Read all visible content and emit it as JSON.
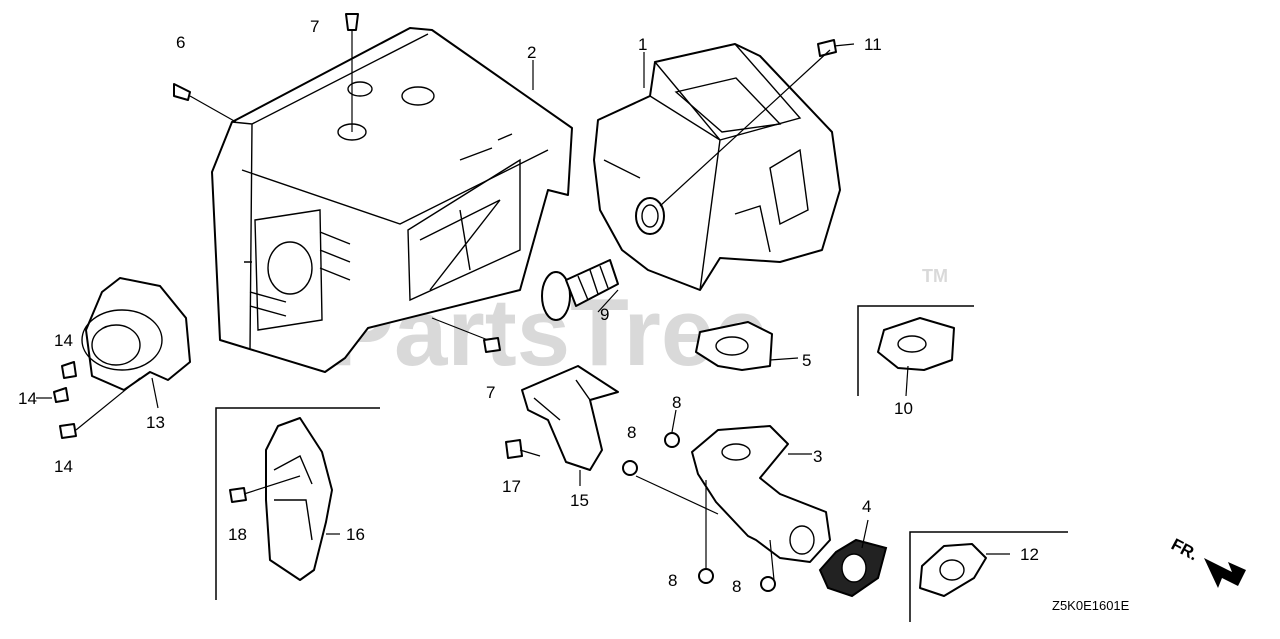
{
  "watermark": {
    "text": "PartsTree",
    "tm": "TM"
  },
  "diagram_code": "Z5K0E1601E",
  "direction_indicator": "FR.",
  "callouts": {
    "c1": "1",
    "c2": "2",
    "c3": "3",
    "c4": "4",
    "c5": "5",
    "c6": "6",
    "c7a": "7",
    "c7b": "7",
    "c8a": "8",
    "c8b": "8",
    "c8c": "8",
    "c8d": "8",
    "c9": "9",
    "c10": "10",
    "c11": "11",
    "c12": "12",
    "c13": "13",
    "c14a": "14",
    "c14b": "14",
    "c14c": "14",
    "c15": "15",
    "c16": "16",
    "c17": "17",
    "c18": "18"
  }
}
